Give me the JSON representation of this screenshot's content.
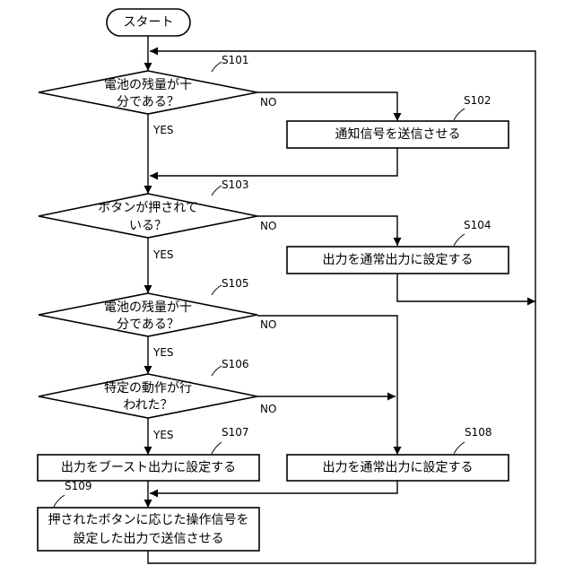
{
  "start": "スタート",
  "steps": {
    "s101": {
      "ref": "S101",
      "line1": "電池の残量が十",
      "line2": "分である？",
      "yes": "YES",
      "no": "NO"
    },
    "s102": {
      "ref": "S102",
      "text": "通知信号を送信させる"
    },
    "s103": {
      "ref": "S103",
      "line1": "ボタンが押されて",
      "line2": "いる？",
      "yes": "YES",
      "no": "NO"
    },
    "s104": {
      "ref": "S104",
      "text": "出力を通常出力に設定する"
    },
    "s105": {
      "ref": "S105",
      "line1": "電池の残量が十",
      "line2": "分である？",
      "yes": "YES",
      "no": "NO"
    },
    "s106": {
      "ref": "S106",
      "line1": "特定の動作が行",
      "line2": "われた？",
      "yes": "YES",
      "no": "NO"
    },
    "s107": {
      "ref": "S107",
      "text": "出力をブースト出力に設定する"
    },
    "s108": {
      "ref": "S108",
      "text": "出力を通常出力に設定する"
    },
    "s109": {
      "ref": "S109",
      "line1": "押されたボタンに応じた操作信号を",
      "line2": "設定した出力で送信させる"
    }
  }
}
